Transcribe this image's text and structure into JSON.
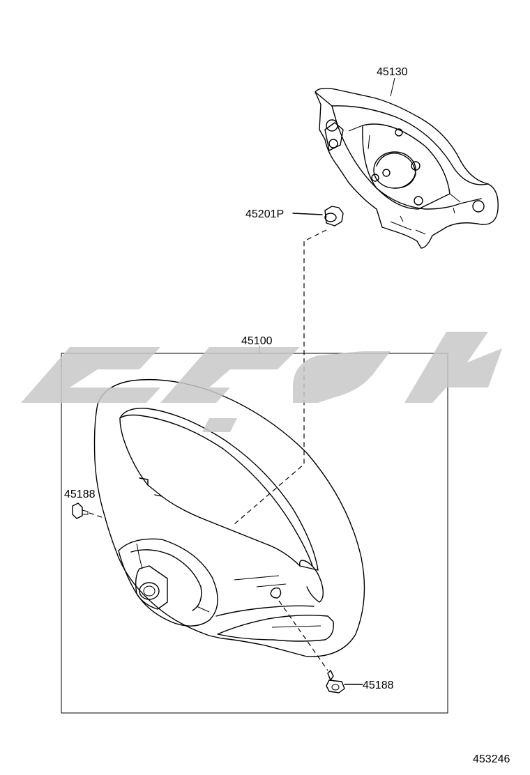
{
  "parts": {
    "pad": "45130",
    "bushing": "45201P",
    "wheel": "45100",
    "screw_left": "45188",
    "screw_right": "45188"
  },
  "figure_id": "453246",
  "watermark_color": "#c8c8c8"
}
